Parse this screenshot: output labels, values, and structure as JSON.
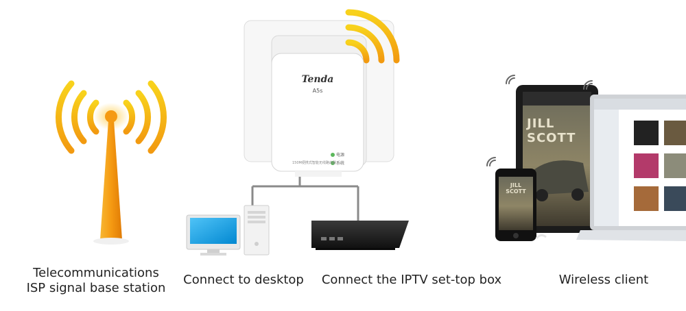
{
  "device": {
    "brand": "Tenda",
    "model": "A5s",
    "led_1": "电源",
    "led_2": "系统",
    "footer_text": "150M便携式智能无线路由器"
  },
  "album": {
    "artist_large": "JILL SCOTT",
    "artist_small": "JILL SCOTT"
  },
  "captions": {
    "isp_line1": "Telecommunications",
    "isp_line2": "ISP signal base station",
    "desktop": "Connect to desktop",
    "iptv": "Connect the IPTV set-top box",
    "wireless": "Wireless client"
  },
  "colors": {
    "signal_orange": "#f5a020",
    "signal_yellow": "#f7d21c",
    "cable_gray": "#8a8a8a"
  }
}
